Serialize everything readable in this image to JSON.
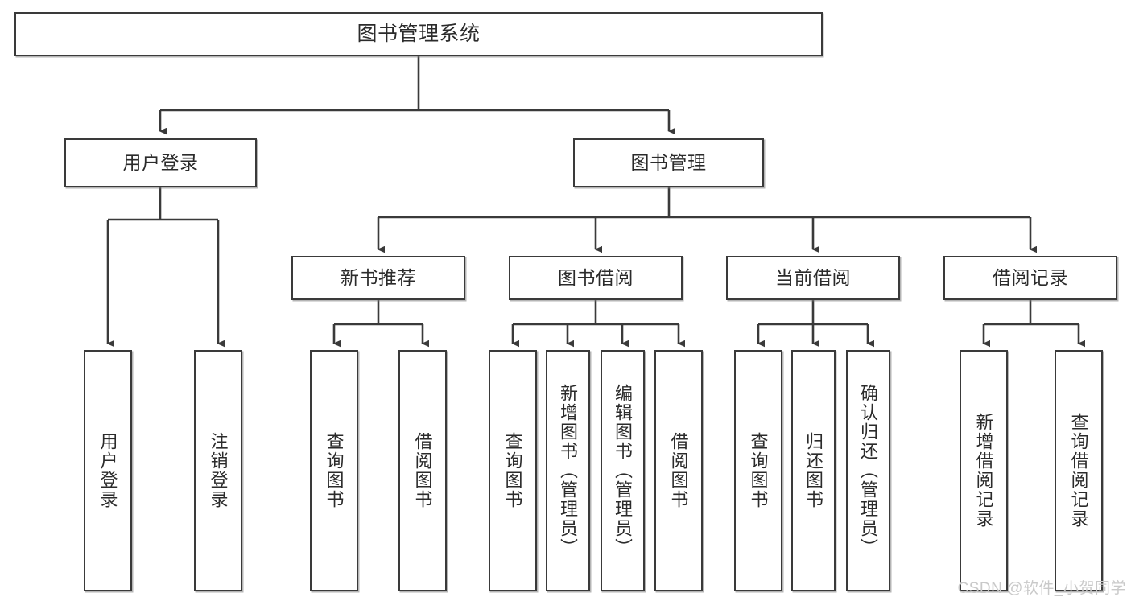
{
  "diagram": {
    "title": "图书管理系统",
    "type": "tree",
    "background": "#ffffff",
    "line_color": "#3a3a3a",
    "text_color": "#2b2b2b"
  },
  "nodes": {
    "root": {
      "label": "图书管理系统",
      "level": 1,
      "orientation": "horizontal"
    },
    "level2": [
      {
        "id": "user-login",
        "label": "用户登录",
        "orientation": "horizontal"
      },
      {
        "id": "book-manage",
        "label": "图书管理",
        "orientation": "horizontal"
      }
    ],
    "level3": [
      {
        "id": "new-book-recommend",
        "label": "新书推荐",
        "orientation": "horizontal"
      },
      {
        "id": "book-borrow",
        "label": "图书借阅",
        "orientation": "horizontal"
      },
      {
        "id": "current-borrow",
        "label": "当前借阅",
        "orientation": "horizontal"
      },
      {
        "id": "borrow-record",
        "label": "借阅记录",
        "orientation": "horizontal"
      }
    ],
    "leaves": {
      "user-login": [
        {
          "id": "leaf-user-login",
          "label": "用户登录",
          "orientation": "vertical"
        },
        {
          "id": "leaf-logout",
          "label": "注销登录",
          "orientation": "vertical"
        }
      ],
      "new-book-recommend": [
        {
          "id": "leaf-query-book-1",
          "label": "查询图书",
          "orientation": "vertical"
        },
        {
          "id": "leaf-borrow-book-1",
          "label": "借阅图书",
          "orientation": "vertical"
        }
      ],
      "book-borrow": [
        {
          "id": "leaf-query-book-2",
          "label": "查询图书",
          "orientation": "vertical"
        },
        {
          "id": "leaf-add-book",
          "label": "新增图书（管理员）",
          "orientation": "vertical"
        },
        {
          "id": "leaf-edit-book",
          "label": "编辑图书（管理员）",
          "orientation": "vertical"
        },
        {
          "id": "leaf-borrow-book-2",
          "label": "借阅图书",
          "orientation": "vertical"
        }
      ],
      "current-borrow": [
        {
          "id": "leaf-query-book-3",
          "label": "查询图书",
          "orientation": "vertical"
        },
        {
          "id": "leaf-return-book",
          "label": "归还图书",
          "orientation": "vertical"
        },
        {
          "id": "leaf-confirm-return",
          "label": "确认归还（管理员）",
          "orientation": "vertical"
        }
      ],
      "borrow-record": [
        {
          "id": "leaf-add-record",
          "label": "新增借阅记录",
          "orientation": "vertical"
        },
        {
          "id": "leaf-query-record",
          "label": "查询借阅记录",
          "orientation": "vertical"
        }
      ]
    }
  },
  "watermark": {
    "text": "CSDN @软件_小贺同学"
  }
}
